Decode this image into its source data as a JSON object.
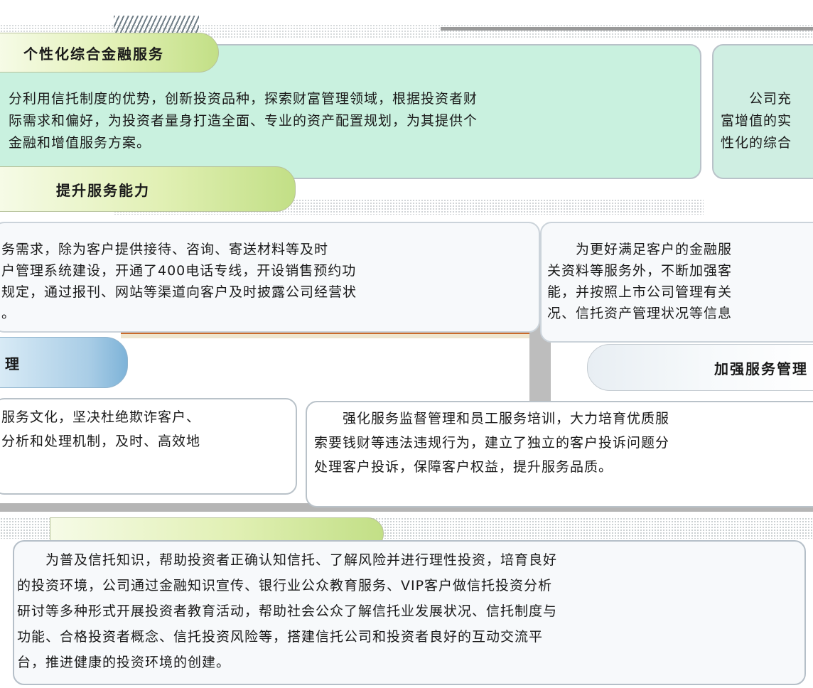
{
  "sections": {
    "top": {
      "title": "个性化综合金融服务",
      "lines": [
        "分利用信托制度的优势，创新投资品种，探索财富管理领域，根据投资者财",
        "际需求和偏好，为投资者量身打造全面、专业的资产配置规划，为其提供个",
        "金融和增值服务方案。"
      ],
      "right_lines": [
        "　　公司充",
        "富增值的实",
        "性化的综合"
      ]
    },
    "capability": {
      "title": "提升服务能力",
      "lines": [
        "务需求，除为客户提供接待、咨询、寄送材料等及时",
        "户管理系统建设，开通了400电话专线，开设销售预约功",
        "规定，通过报刊、网站等渠道向客户及时披露公司经营状",
        "。"
      ],
      "right_lines": [
        "　　为更好满足客户的金融服",
        "关资料等服务外，不断加强客",
        "能，并按照上市公司管理有关",
        "况、信托资产管理状况等信息"
      ]
    },
    "management": {
      "title_left": "理",
      "title_right": "加强服务管理",
      "left_lines": [
        "服务文化，坚决杜绝欺诈客户、",
        "分析和处理机制，及时、高效地"
      ],
      "right_lines": [
        "　　强化服务监督管理和员工服务培训，大力培育优质服",
        "索要钱财等违法违规行为，建立了独立的客户投诉问题分",
        "处理客户投诉，保障客户权益，提升服务品质。"
      ]
    },
    "education": {
      "lines": [
        "　　为普及信托知识，帮助投资者正确认知信托、了解风险并进行理性投资，培育良好",
        "的投资环境，公司通过金融知识宣传、银行业公众教育服务、VIP客户做信托投资分析",
        "研讨等多种形式开展投资者教育活动，帮助社会公众了解信托业发展状况、信托制度与",
        "功能、合格投资者概念、信托投资风险等，搭建信托公司和投资者良好的互动交流平",
        "台，推进健康的投资环境的创建。"
      ]
    }
  },
  "colors": {
    "mint_panel": "#c9f1df",
    "white_panel": "#f7f9fb",
    "green_tab": "#c2df86",
    "blue_tab": "#7eb3d8",
    "connector_gray": "#9a9a9a",
    "connector_orange": "#c96a2a"
  }
}
